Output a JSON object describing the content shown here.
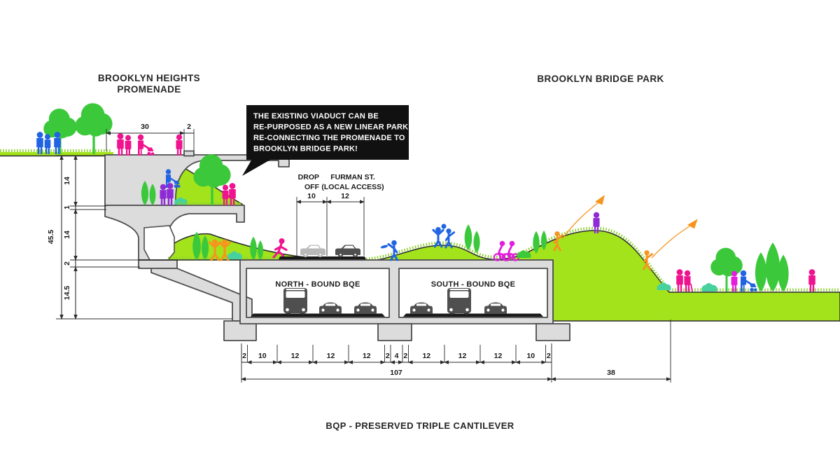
{
  "titles": {
    "left_line1": "BROOKLYN HEIGHTS",
    "left_line2": "PROMENADE",
    "right": "BROOKLYN BRIDGE PARK",
    "caption": "BQP - PRESERVED TRIPLE CANTILEVER"
  },
  "speech_bubble": {
    "line1": "THE EXISTING VIADUCT CAN BE",
    "line2": "RE-PURPOSED AS A NEW LINEAR PARK,",
    "line3": "RE-CONNECTING THE PROMENADE TO",
    "line4": "BROOKLYN BRIDGE PARK!"
  },
  "roads": {
    "drop_off_line1": "DROP",
    "drop_off_line2": "OFF",
    "furman_line1": "FURMAN ST.",
    "furman_line2": "(LOCAL ACCESS)",
    "north_tunnel": "NORTH - BOUND BQE",
    "south_tunnel": "SOUTH - BOUND BQE"
  },
  "dimensions": {
    "promenade_width": "30",
    "promenade_edge": "2",
    "drop_off_width": "10",
    "furman_width": "12",
    "vertical_total": "45.5",
    "vertical_segments": [
      "14",
      "1",
      "14",
      "2",
      "14.5"
    ],
    "bottom_segments": [
      "2",
      "10",
      "12",
      "12",
      "12",
      "2",
      "4",
      "2",
      "12",
      "12",
      "12",
      "10",
      "2"
    ],
    "bottom_total": "107",
    "park_width": "38"
  },
  "colors": {
    "grass": "#a3e31c",
    "grass_fuzz": "#8ed32e",
    "tree": "#3bc93b",
    "teal_bush": "#46d19e",
    "blue_figure": "#2064e4",
    "pink_figure": "#f0138f",
    "magenta_figure": "#e31edd",
    "purple_figure": "#8f2bd4",
    "orange_figure": "#f7941e",
    "structure_fill": "#dcdcdc",
    "structure_line": "#4d4d4d",
    "vehicle_dark": "#4f4f4f",
    "vehicle_light": "#b9b9b9",
    "road": "#1a1a1a",
    "bubble": "#111111",
    "ink": "#1a1a1a"
  }
}
